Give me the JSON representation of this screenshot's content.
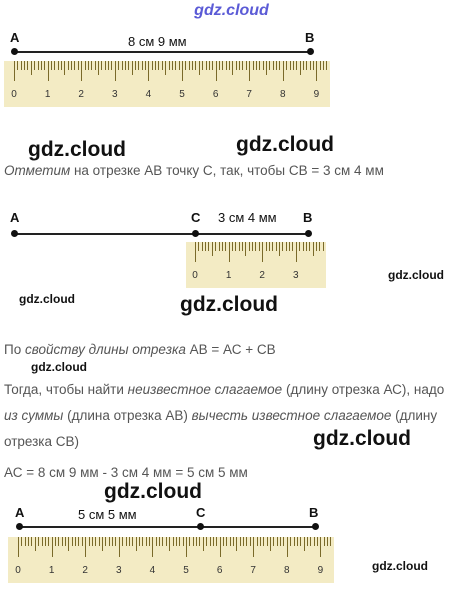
{
  "watermark": "gdz.cloud",
  "figure1": {
    "point_a": "A",
    "point_b": "B",
    "segment_label": "8 см 9 мм",
    "ruler_numbers": [
      "0",
      "1",
      "2",
      "3",
      "4",
      "5",
      "6",
      "7",
      "8",
      "9"
    ]
  },
  "step1": {
    "verb": "Отметим",
    "rest": " на отрезке АВ точку С, так, чтобы СВ = 3 см 4 мм"
  },
  "figure2": {
    "point_a": "A",
    "point_c": "C",
    "point_b": "B",
    "segment_label": "3 см 4 мм",
    "ruler_numbers": [
      "0",
      "1",
      "2",
      "3"
    ]
  },
  "step2": {
    "lead": "По ",
    "property": "свойству длины отрезка",
    "formula": " АВ = АС + СВ"
  },
  "step3": {
    "p1": "Тогда, чтобы найти ",
    "term1": "неизвестное слагаемое",
    "p2": " (длину отрезка АС), надо ",
    "term2": "из суммы",
    "p3": " (длина отрезка АВ) ",
    "term3": "вычесть известное слагаемое",
    "p4": " (длину отрезка СВ)"
  },
  "step4": {
    "formula": "АС = 8 см 9 мм - 3 см 4 мм = 5 см 5 мм"
  },
  "figure3": {
    "point_a": "A",
    "point_c": "C",
    "point_b": "B",
    "segment_label": "5 см 5 мм",
    "ruler_numbers": [
      "0",
      "1",
      "2",
      "3",
      "4",
      "5",
      "6",
      "7",
      "8",
      "9"
    ]
  }
}
